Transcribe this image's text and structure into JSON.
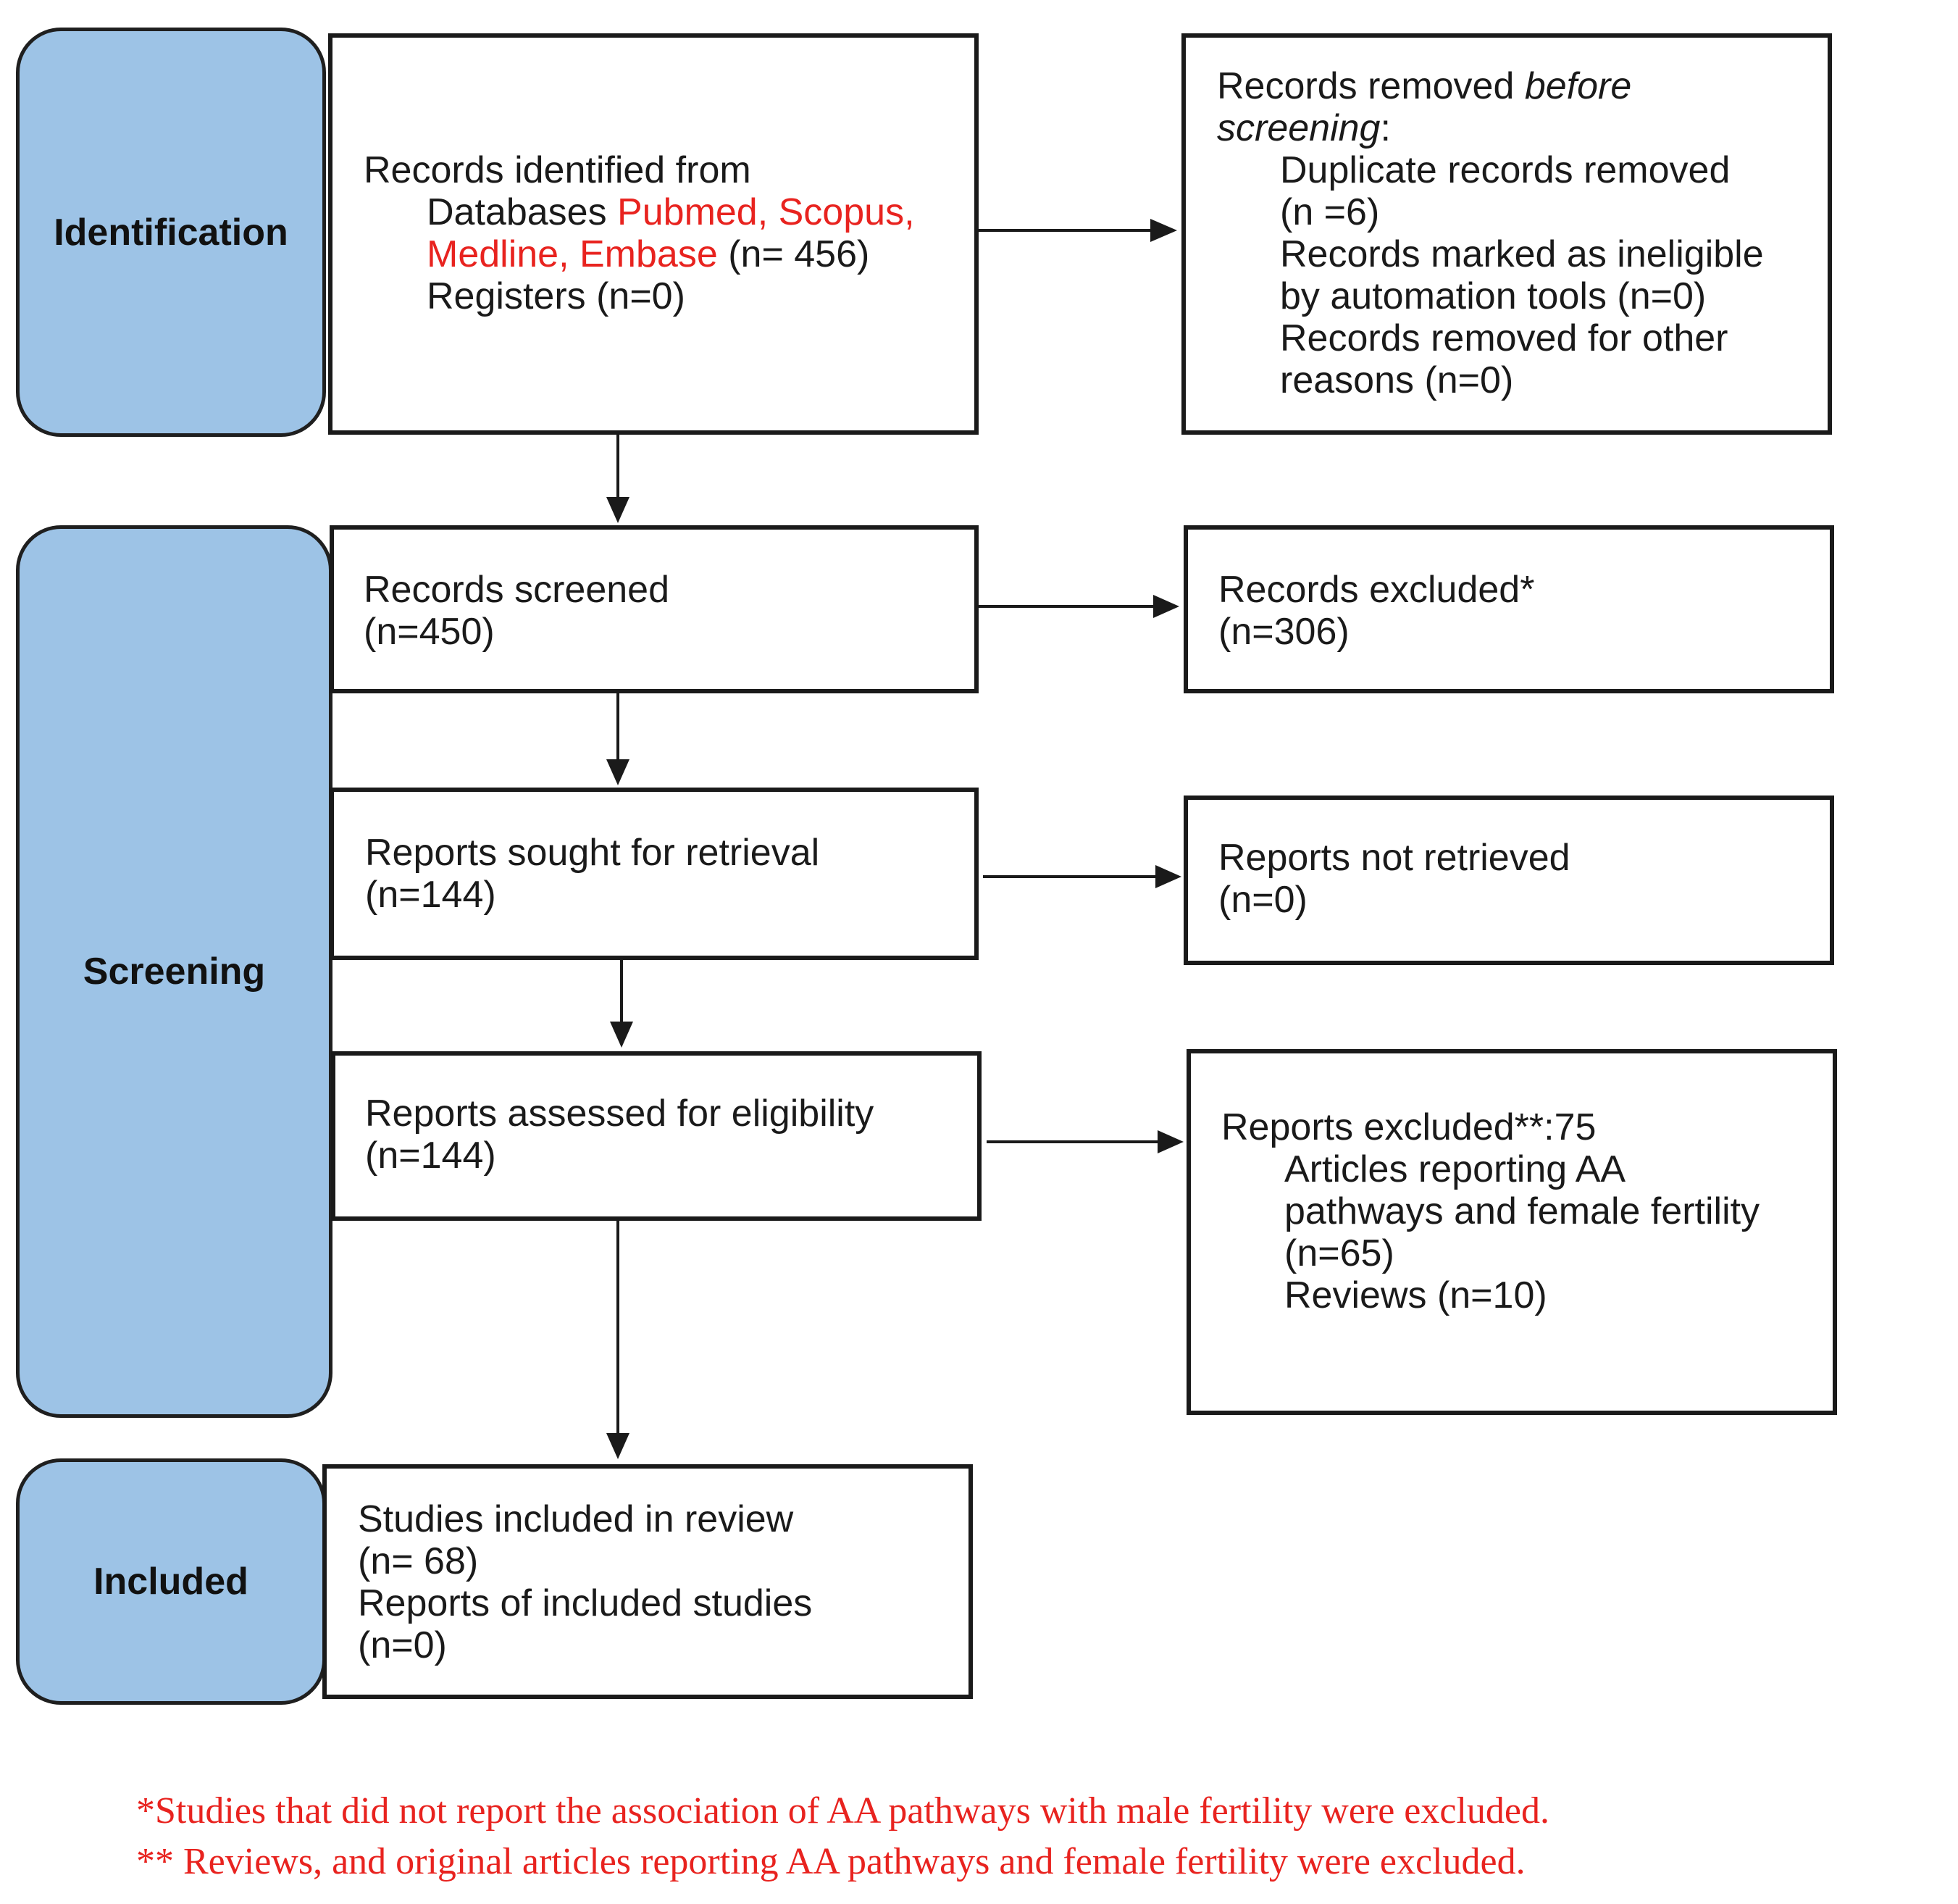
{
  "phases": {
    "identification": "Identification",
    "screening": "Screening",
    "included": "Included"
  },
  "identified": {
    "line1": "Records identified from",
    "db_prefix": "Databases ",
    "db_names_1": "Pubmed, Scopus,",
    "db_names_2": "Medline, Embase",
    "db_count": " (n= 456)",
    "registers": "Registers (n=0)"
  },
  "removed_before": {
    "line1_a": "Records removed ",
    "line1_b": "before",
    "line2_a": "screening",
    "line2_b": ":",
    "dup_1": "Duplicate records removed",
    "dup_2": "(n =6)",
    "inelig_1": "Records marked as ineligible",
    "inelig_2": "by automation tools (n=0)",
    "other_1": "Records removed for other",
    "other_2": "reasons (n=0)"
  },
  "screened": {
    "line1": "Records screened",
    "line2": "(n=450)"
  },
  "excluded": {
    "line1": "Records excluded*",
    "line2": "(n=306)"
  },
  "sought": {
    "line1": "Reports sought for retrieval",
    "line2": "(n=144)"
  },
  "not_retrieved": {
    "line1": "Reports not retrieved",
    "line2": "(n=0)"
  },
  "assessed": {
    "line1": "Reports assessed for eligibility",
    "line2": "(n=144)"
  },
  "reports_excluded": {
    "line1": "Reports excluded**:75",
    "art_1": "Articles reporting AA",
    "art_2": "pathways and female fertility",
    "art_3": "(n=65)",
    "reviews": "Reviews (n=10)"
  },
  "included_box": {
    "line1": "Studies included in review",
    "line2": "(n= 68)",
    "line3": "Reports of included studies",
    "line4": "(n=0)"
  },
  "footnotes": {
    "f1": "*Studies that did not report the association of AA pathways with male fertility were excluded.",
    "f2": "** Reviews, and original articles reporting AA pathways and female fertility were excluded."
  },
  "colors": {
    "phase_fill": "#9dc3e6",
    "highlight_red": "#e8231f",
    "border": "#1a1a1a"
  }
}
